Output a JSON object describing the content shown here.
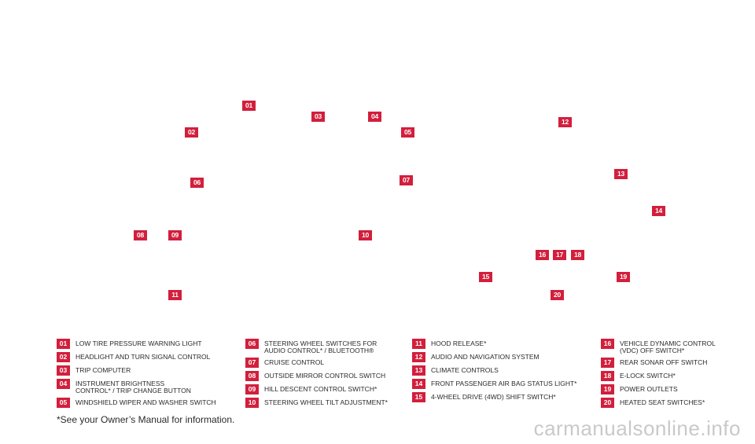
{
  "callouts": {
    "b01": "01",
    "b02": "02",
    "b03": "03",
    "b04": "04",
    "b05": "05",
    "b06": "06",
    "b07": "07",
    "b08": "08",
    "b09": "09",
    "b10": "10",
    "b11": "11",
    "b12": "12",
    "b13": "13",
    "b14": "14",
    "b15": "15",
    "b16": "16",
    "b17": "17",
    "b18": "18",
    "b19": "19",
    "b20": "20"
  },
  "legend": {
    "col1": [
      {
        "num": "01",
        "text": "LOW TIRE PRESSURE WARNING LIGHT"
      },
      {
        "num": "02",
        "text": "HEADLIGHT AND TURN SIGNAL CONTROL"
      },
      {
        "num": "03",
        "text": "TRIP COMPUTER"
      },
      {
        "num": "04",
        "text": "INSTRUMENT BRIGHTNESS CONTROL* / TRIP CHANGE BUTTON"
      },
      {
        "num": "05",
        "text": "WINDSHIELD WIPER AND WASHER SWITCH"
      }
    ],
    "col2": [
      {
        "num": "06",
        "text": "STEERING WHEEL SWITCHES FOR AUDIO CONTROL* / BLUETOOTH®"
      },
      {
        "num": "07",
        "text": "CRUISE CONTROL"
      },
      {
        "num": "08",
        "text": "OUTSIDE MIRROR CONTROL SWITCH"
      },
      {
        "num": "09",
        "text": "HILL DESCENT CONTROL SWITCH*"
      },
      {
        "num": "10",
        "text": "STEERING WHEEL TILT ADJUSTMENT*"
      }
    ],
    "col3": [
      {
        "num": "11",
        "text": "HOOD RELEASE*"
      },
      {
        "num": "12",
        "text": "AUDIO AND NAVIGATION SYSTEM"
      },
      {
        "num": "13",
        "text": "CLIMATE CONTROLS"
      },
      {
        "num": "14",
        "text": "FRONT PASSENGER AIR BAG STATUS LIGHT*"
      },
      {
        "num": "15",
        "text": "4-WHEEL DRIVE (4WD) SHIFT SWITCH*"
      }
    ],
    "col4": [
      {
        "num": "16",
        "text": "VEHICLE DYNAMIC CONTROL (VDC) OFF SWITCH*"
      },
      {
        "num": "17",
        "text": "REAR SONAR OFF SWITCH"
      },
      {
        "num": "18",
        "text": "E-LOCK SWITCH*"
      },
      {
        "num": "19",
        "text": "POWER OUTLETS"
      },
      {
        "num": "20",
        "text": "HEATED SEAT SWITCHES*"
      }
    ]
  },
  "footnote": "*See your Owner’s Manual for information.",
  "watermark": "carmanualsonline.info",
  "colors": {
    "badge": "#d21f3c",
    "text": "#2a2a2a",
    "watermark": "#c9c9c9"
  }
}
